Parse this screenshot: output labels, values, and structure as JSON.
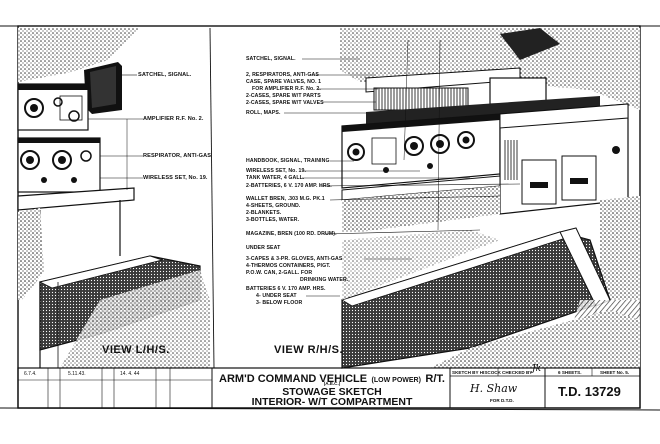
{
  "left_view": {
    "labels": [
      {
        "id": "satchel",
        "text": "SATCHEL, SIGNAL."
      },
      {
        "id": "amplifier",
        "text": "AMPLIFIER R.F. No. 2."
      },
      {
        "id": "respirator",
        "text": "RESPIRATOR, ANTI-GAS"
      },
      {
        "id": "wireless",
        "text": "WIRELESS SET, No. 19."
      }
    ],
    "caption": "VIEW L/H/S."
  },
  "right_view": {
    "labels_upper": [
      "SATCHEL, SIGNAL.",
      "2, RESPIRATORS, ANTI-GAS",
      "CASE, SPARE VALVES, NO. 1",
      "FOR AMPLIFIER R.F. No. 2.",
      "2-CASES, SPARE W/T PARTS",
      "2-CASES, SPARE W/T VALVES",
      "ROLL, MAPS."
    ],
    "labels_middle": [
      "HANDBOOK, SIGNAL, TRAINING",
      "WIRELESS SET, No. 19.",
      "TANK WATER, 4 GALL.",
      "2-BATTERIES, 6 V. 170 AMP. HRS."
    ],
    "labels_lower": [
      "WALLET BREN, .303 M.G. PK.1",
      "4-SHEETS, GROUND.",
      "2-BLANKETS.",
      "3-BOTTLES, WATER."
    ],
    "magazine": "MAGAZINE, BREN (100 RD. DRUM).",
    "labels_seat": [
      "UNDER SEAT",
      "3-CAPES & 3-PR. GLOVES, ANTI-GAS",
      "4-THERMOS CONTAINERS, PIGT.",
      "P.O.W. CAN, 2-GALL. FOR",
      "DRINKING WATER.",
      "BATTERIES 6 V. 170 AMP. HRS.",
      "4- UNDER SEAT",
      "3- BELOW FLOOR"
    ],
    "caption": "VIEW R/H/S."
  },
  "title_block": {
    "revisions": [
      "6.7.4.",
      "5.11.43.",
      "14. 4. 44"
    ],
    "title_main": "ARM'D COMMAND VEHICLE",
    "title_paren": "(LOW POWER)",
    "title_rt": "R/T.",
    "title_sub": "(A.E.C.)",
    "line2": "STOWAGE SKETCH",
    "line3": "INTERIOR- W/T COMPARTMENT",
    "sketch_by": "SKETCH BY HISCOCK",
    "checked_by": "CHECKED BY",
    "checked_sig": "Jk",
    "sheets": "6 SHEETS.",
    "sheet_no": "SHEET No. 5.",
    "signature": "H. Shaw",
    "for_dtd": "FOR D.T.D.",
    "td_number": "T.D. 13729"
  },
  "colors": {
    "ink": "#111111",
    "paper": "#ffffff",
    "shade": "#555555"
  }
}
